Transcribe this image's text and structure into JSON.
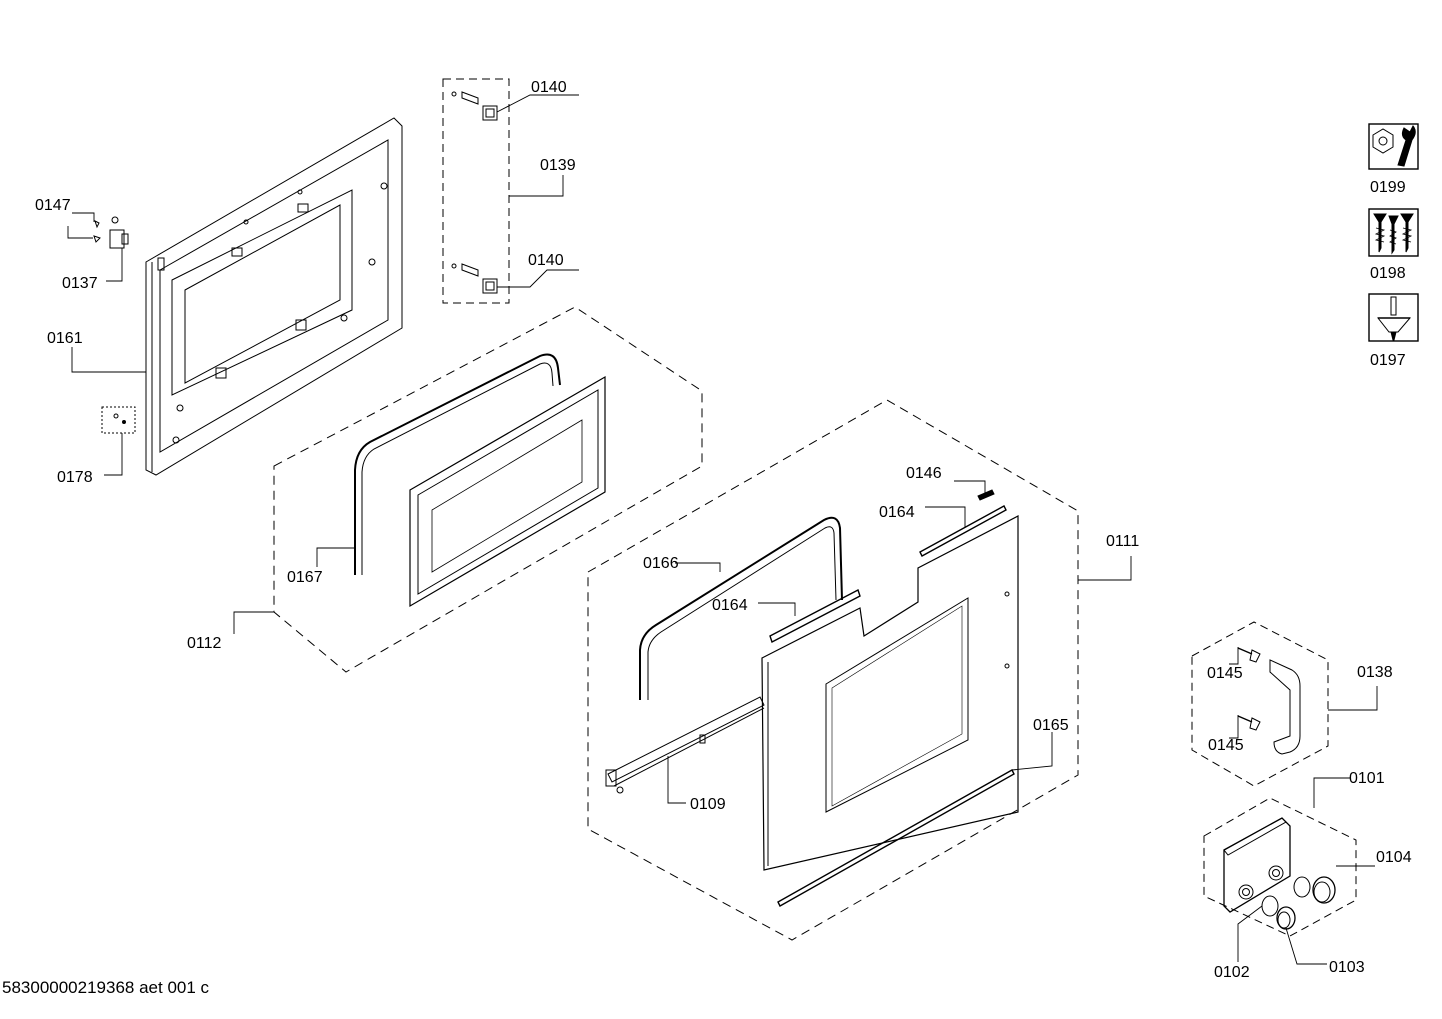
{
  "footer_code": "58300000219368 aet 001 c",
  "labels": {
    "l0140a": "0140",
    "l0139": "0139",
    "l0140b": "0140",
    "l0147": "0147",
    "l0137": "0137",
    "l0161": "0161",
    "l0178": "0178",
    "l0167": "0167",
    "l0112": "0112",
    "l0146": "0146",
    "l0164a": "0164",
    "l0111": "0111",
    "l0166": "0166",
    "l0164b": "0164",
    "l0165": "0165",
    "l0109": "0109",
    "l0138": "0138",
    "l0145a": "0145",
    "l0145b": "0145",
    "l0101": "0101",
    "l0104": "0104",
    "l0102": "0102",
    "l0103": "0103",
    "l0199": "0199",
    "l0198": "0198",
    "l0197": "0197"
  },
  "icons": {
    "icon0199": "wrench-nut-icon",
    "icon0198": "screws-icon",
    "icon0197": "screwdriver-bit-icon"
  }
}
